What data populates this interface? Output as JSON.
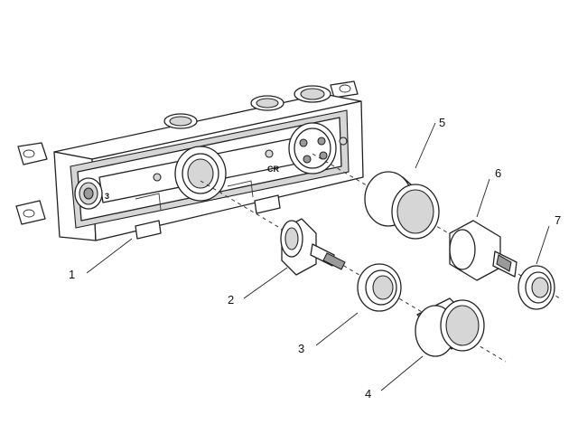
{
  "callouts": [
    {
      "id": "1",
      "label": "1"
    },
    {
      "id": "2",
      "label": "2"
    },
    {
      "id": "3",
      "label": "3"
    },
    {
      "id": "4",
      "label": "4"
    },
    {
      "id": "5",
      "label": "5"
    },
    {
      "id": "6",
      "label": "6"
    },
    {
      "id": "7",
      "label": "7"
    }
  ],
  "body_markings": {
    "left_port": "3",
    "right_port": "CR"
  },
  "colors": {
    "line": "#222222",
    "fill": "#ffffff",
    "shade": "#d6d6d6"
  }
}
